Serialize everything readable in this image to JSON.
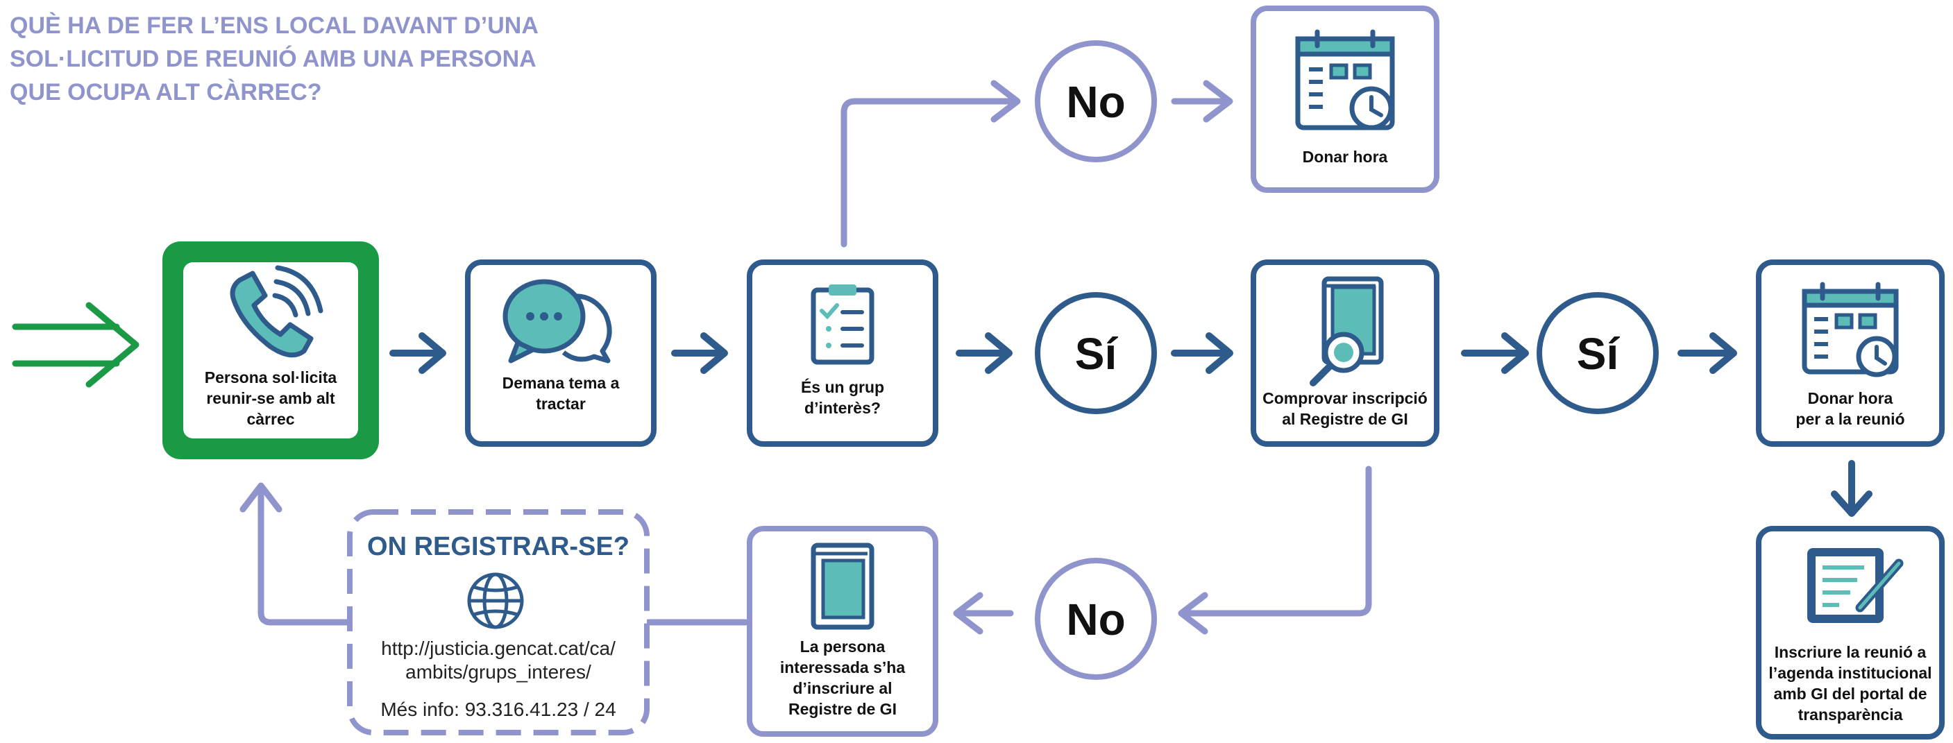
{
  "title": {
    "line1": "QUÈ HA DE FER L’ENS LOCAL DAVANT D’UNA",
    "line2": "SOL·LICITUD DE REUNIÓ AMB UNA PERSONA",
    "line3": "QUE OCUPA ALT CÀRREC?"
  },
  "nodes": {
    "request": {
      "line1": "Persona sol·licita",
      "line2": "reunir-se amb alt",
      "line3": "càrrec",
      "icon": "phone-icon"
    },
    "topic": {
      "line1": "Demana  tema a",
      "line2": "tractar",
      "icon": "chat-bubbles-icon"
    },
    "interest_group": {
      "line1": "És un grup",
      "line2": "d’interès?",
      "icon": "clipboard-checklist-icon"
    },
    "check_register": {
      "line1": "Comprovar inscripció",
      "line2": "al Registre de GI",
      "icon": "book-magnifier-icon"
    },
    "give_time_top": {
      "line1": "Donar hora",
      "icon": "calendar-clock-icon"
    },
    "give_time_meeting": {
      "line1": "Donar hora",
      "line2": "per a la reunió",
      "icon": "calendar-clock-icon"
    },
    "agenda": {
      "line1": "Inscriure la reunió a",
      "line2": "l’agenda institucional",
      "line3": "amb GI del portal de",
      "line4": "transparència",
      "icon": "document-pencil-icon"
    },
    "must_register": {
      "line1": "La persona",
      "line2": "interessada s’ha",
      "line3": "d’inscriure al",
      "line4": "Registre de GI",
      "icon": "book-icon"
    }
  },
  "decisions": {
    "no_top": "No",
    "yes_middle": "Sí",
    "yes_right": "Sí",
    "no_bottom": "No"
  },
  "register_info": {
    "heading": "ON REGISTRAR-SE?",
    "url_line1": "http://justicia.gencat.cat/ca/",
    "url_line2": "ambits/grups_interes/",
    "more_info": "Més info: 93.316.41.23 / 24",
    "icon": "globe-icon"
  },
  "colors": {
    "title": "#8f94cc",
    "dark_blue": "#2e5b8c",
    "light_purple": "#8f94cc",
    "green": "#1a9a45",
    "teal": "#5bbcb8"
  }
}
